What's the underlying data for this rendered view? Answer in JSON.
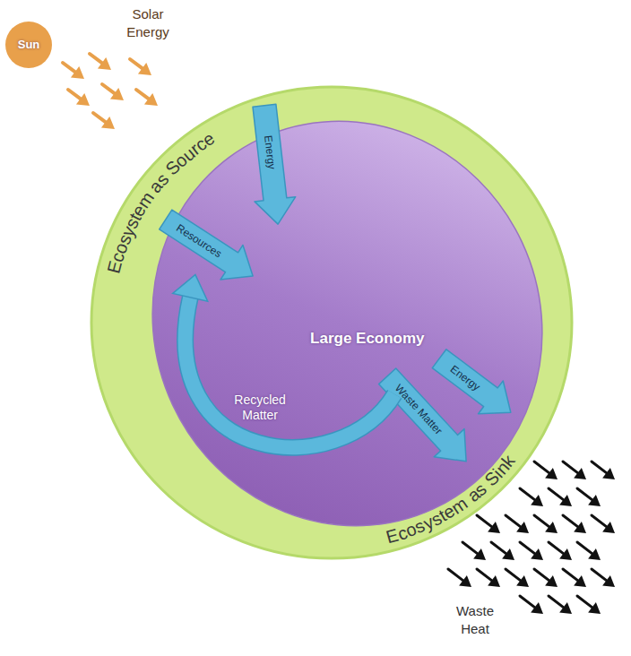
{
  "diagram": {
    "nodes": [
      {
        "text": [
          "Sun"
        ]
      },
      {
        "text": [
          "Ecosystem as Source",
          "Ecosystem as Sink"
        ]
      },
      {
        "text": [
          "Large Economy"
        ],
        "in": 1
      }
    ],
    "edges": [
      {
        "from": 1,
        "to": 2,
        "label": "Energy",
        "arrow": "to"
      },
      {
        "from": 1,
        "to": 2,
        "label": "Resources",
        "arrow": "to"
      },
      {
        "from": 2,
        "to": 1,
        "label": "Waste Matter",
        "arrow": "to"
      },
      {
        "from": 2,
        "to": 1,
        "label": "Energy",
        "arrow": "to"
      },
      {
        "from": 2,
        "to": 2,
        "label": "Recycled Matter",
        "arrow": "to"
      }
    ],
    "labels": [
      "Solar Energy",
      "Waste Heat"
    ]
  }
}
